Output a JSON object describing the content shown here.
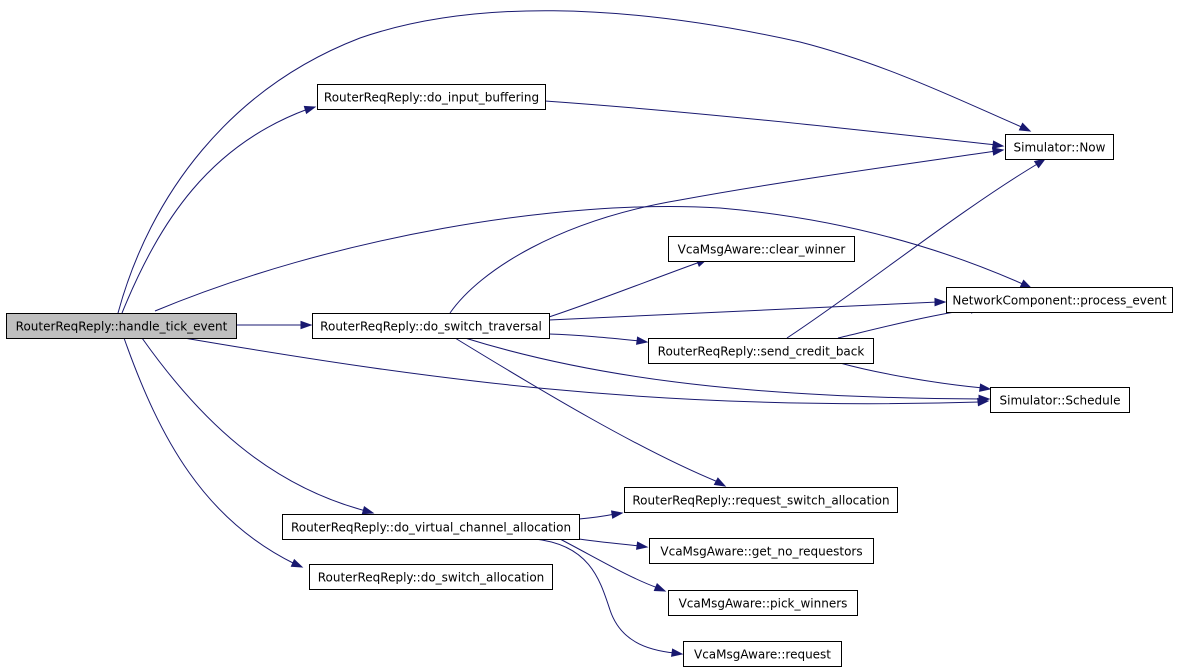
{
  "nodes": [
    {
      "id": "handle_tick_event",
      "label": "RouterReqReply::handle_tick_event",
      "root": true
    },
    {
      "id": "do_input_buffering",
      "label": "RouterReqReply::do_input_buffering"
    },
    {
      "id": "do_switch_traversal",
      "label": "RouterReqReply::do_switch_traversal"
    },
    {
      "id": "do_virtual_channel_allocation",
      "label": "RouterReqReply::do_virtual_channel_allocation"
    },
    {
      "id": "do_switch_allocation",
      "label": "RouterReqReply::do_switch_allocation"
    },
    {
      "id": "clear_winner",
      "label": "VcaMsgAware::clear_winner"
    },
    {
      "id": "send_credit_back",
      "label": "RouterReqReply::send_credit_back"
    },
    {
      "id": "request_switch_allocation",
      "label": "RouterReqReply::request_switch_allocation"
    },
    {
      "id": "get_no_requestors",
      "label": "VcaMsgAware::get_no_requestors"
    },
    {
      "id": "pick_winners",
      "label": "VcaMsgAware::pick_winners"
    },
    {
      "id": "request",
      "label": "VcaMsgAware::request"
    },
    {
      "id": "now",
      "label": "Simulator::Now"
    },
    {
      "id": "process_event",
      "label": "NetworkComponent::process_event"
    },
    {
      "id": "schedule",
      "label": "Simulator::Schedule"
    }
  ],
  "edges": [
    {
      "from": "handle_tick_event",
      "to": "now"
    },
    {
      "from": "handle_tick_event",
      "to": "do_input_buffering"
    },
    {
      "from": "handle_tick_event",
      "to": "process_event"
    },
    {
      "from": "handle_tick_event",
      "to": "do_switch_traversal"
    },
    {
      "from": "handle_tick_event",
      "to": "schedule"
    },
    {
      "from": "handle_tick_event",
      "to": "do_virtual_channel_allocation"
    },
    {
      "from": "handle_tick_event",
      "to": "do_switch_allocation"
    },
    {
      "from": "do_input_buffering",
      "to": "now"
    },
    {
      "from": "do_switch_traversal",
      "to": "now"
    },
    {
      "from": "do_switch_traversal",
      "to": "clear_winner"
    },
    {
      "from": "do_switch_traversal",
      "to": "process_event"
    },
    {
      "from": "do_switch_traversal",
      "to": "send_credit_back"
    },
    {
      "from": "do_switch_traversal",
      "to": "schedule"
    },
    {
      "from": "do_switch_traversal",
      "to": "request_switch_allocation"
    },
    {
      "from": "send_credit_back",
      "to": "now"
    },
    {
      "from": "send_credit_back",
      "to": "process_event"
    },
    {
      "from": "send_credit_back",
      "to": "schedule"
    },
    {
      "from": "do_virtual_channel_allocation",
      "to": "request_switch_allocation"
    },
    {
      "from": "do_virtual_channel_allocation",
      "to": "get_no_requestors"
    },
    {
      "from": "do_virtual_channel_allocation",
      "to": "pick_winners"
    },
    {
      "from": "do_virtual_channel_allocation",
      "to": "request"
    }
  ]
}
